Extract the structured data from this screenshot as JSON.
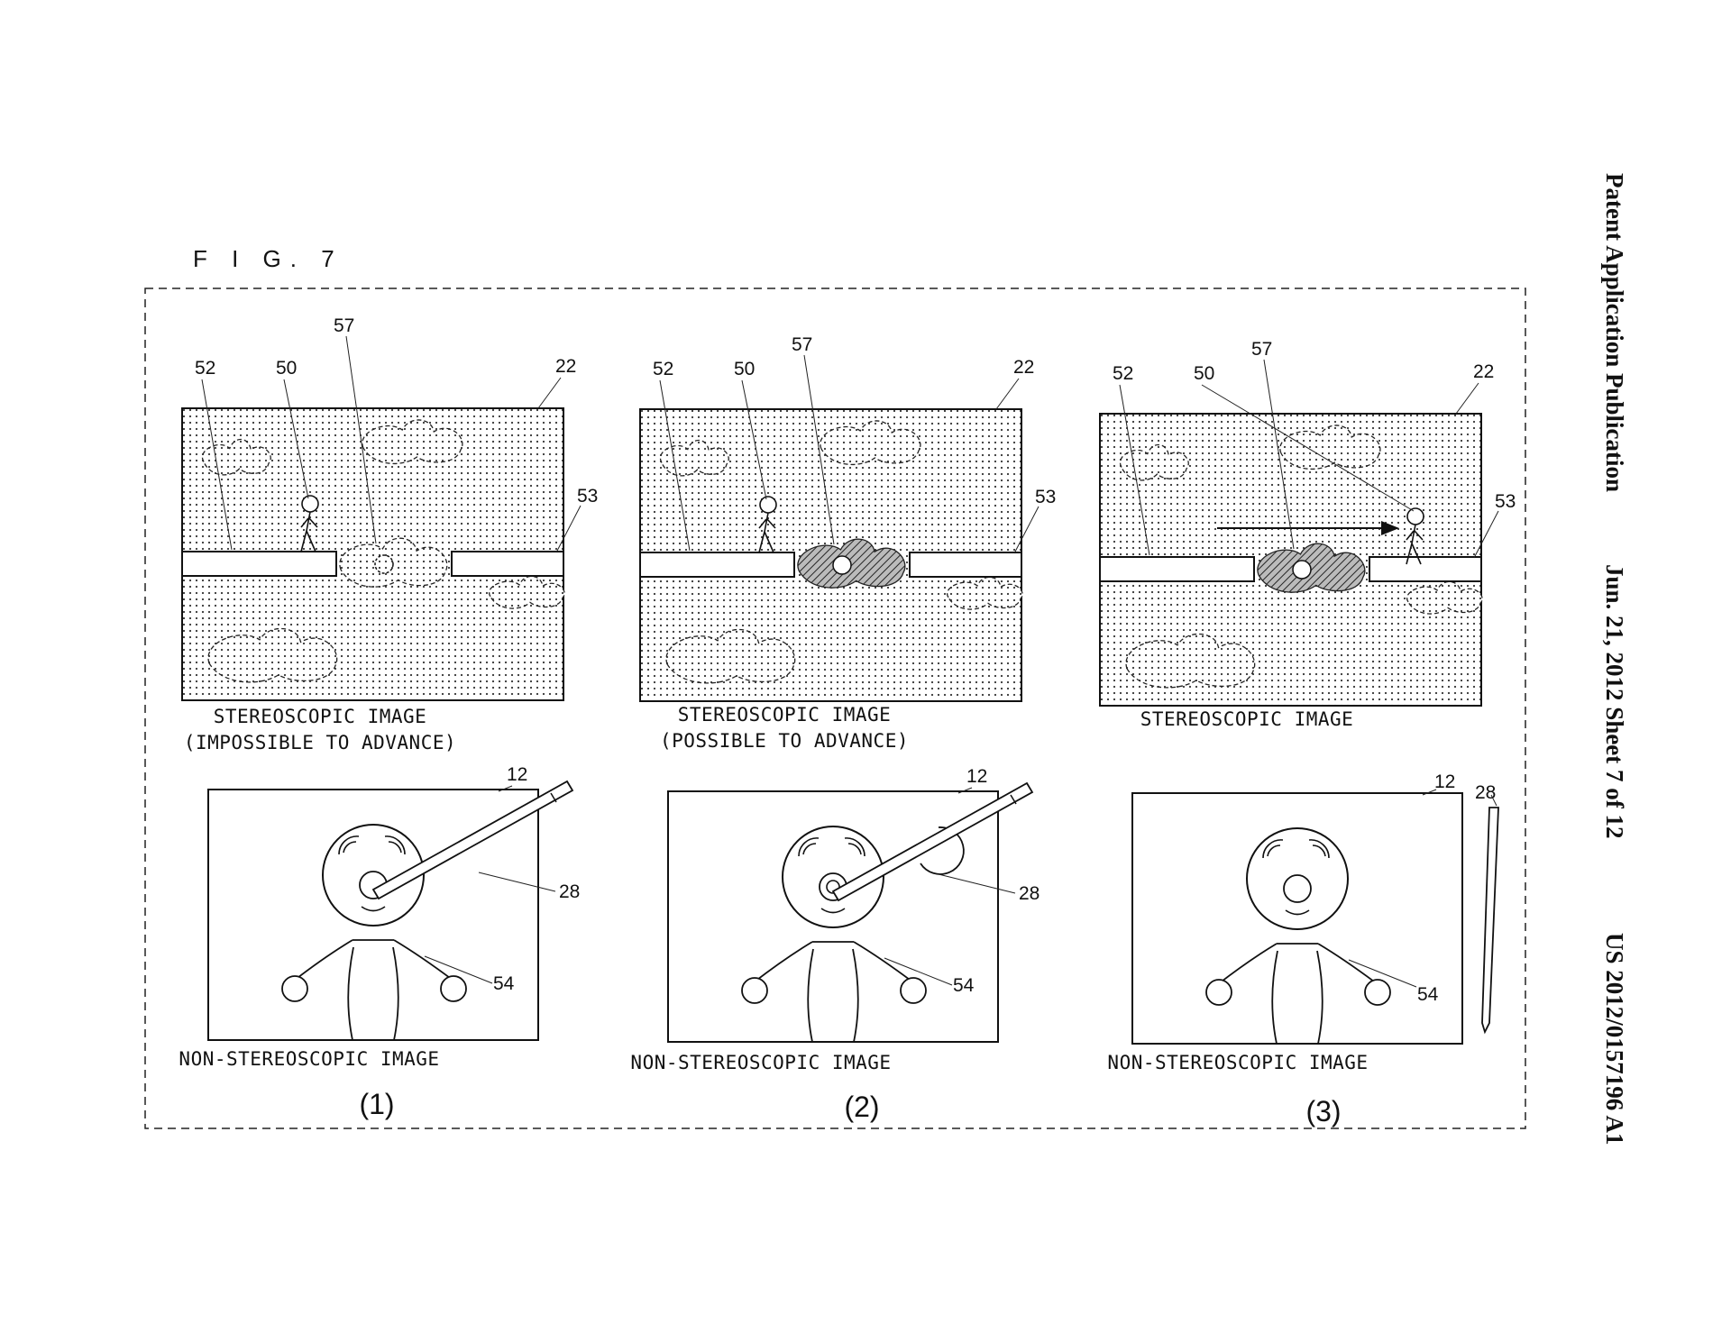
{
  "header": {
    "publication": "Patent Application Publication",
    "date_sheet": "Jun. 21, 2012  Sheet 7 of 12",
    "number": "US 2012/0157196 A1"
  },
  "figure": {
    "label": "F I G.  7"
  },
  "panels": [
    {
      "label": "(1)",
      "stereo_caption": [
        "STEREOSCOPIC IMAGE",
        "(IMPOSSIBLE TO ADVANCE)"
      ],
      "nonstereo_caption": "NON-STEREOSCOPIC IMAGE",
      "refs": {
        "r52": "52",
        "r50": "50",
        "r57": "57",
        "r22": "22",
        "r53": "53",
        "r12": "12",
        "r28": "28",
        "r54": "54"
      }
    },
    {
      "label": "(2)",
      "stereo_caption": [
        "STEREOSCOPIC IMAGE",
        "(POSSIBLE TO ADVANCE)"
      ],
      "nonstereo_caption": "NON-STEREOSCOPIC IMAGE",
      "refs": {
        "r52": "52",
        "r50": "50",
        "r57": "57",
        "r22": "22",
        "r53": "53",
        "r12": "12",
        "r28": "28",
        "r54": "54"
      }
    },
    {
      "label": "(3)",
      "stereo_caption": [
        "STEREOSCOPIC IMAGE"
      ],
      "nonstereo_caption": "NON-STEREOSCOPIC IMAGE",
      "refs": {
        "r52": "52",
        "r50": "50",
        "r57": "57",
        "r22": "22",
        "r53": "53",
        "r12": "12",
        "r28": "28",
        "r54": "54"
      }
    }
  ]
}
